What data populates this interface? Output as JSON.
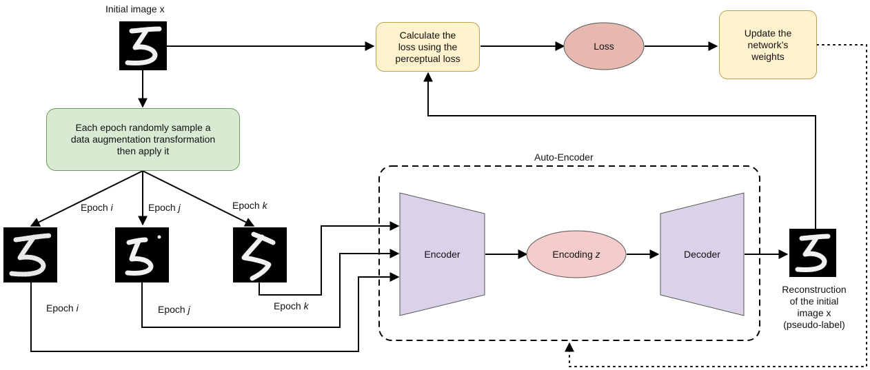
{
  "initial_image_label": "Initial image x",
  "sample_box": "Each epoch randomly sample a\ndata augmentation transformation\nthen apply it",
  "loss_calc_box": "Calculate the\nloss using the\nperceptual loss",
  "loss_node": "Loss",
  "update_box": "Update the\nnetwork’s\nweights",
  "autoencoder_title": "Auto-Encoder",
  "encoder": "Encoder",
  "encoding": {
    "text": "Encoding ",
    "var": "z"
  },
  "decoder": "Decoder",
  "epochs": [
    {
      "prefix": "Epoch ",
      "var": "i"
    },
    {
      "prefix": "Epoch ",
      "var": "j"
    },
    {
      "prefix": "Epoch ",
      "var": "k"
    }
  ],
  "reconstruction_label": "Reconstruction\nof the initial\nimage x\n(pseudo-label)",
  "colors": {
    "sample_box_fill": "#d9ead3",
    "loss_calc_fill": "#fff2cc",
    "loss_node_fill": "#e6b8af",
    "encoding_fill": "#f4cccc",
    "trapezoid_fill": "#d9d2e9"
  }
}
